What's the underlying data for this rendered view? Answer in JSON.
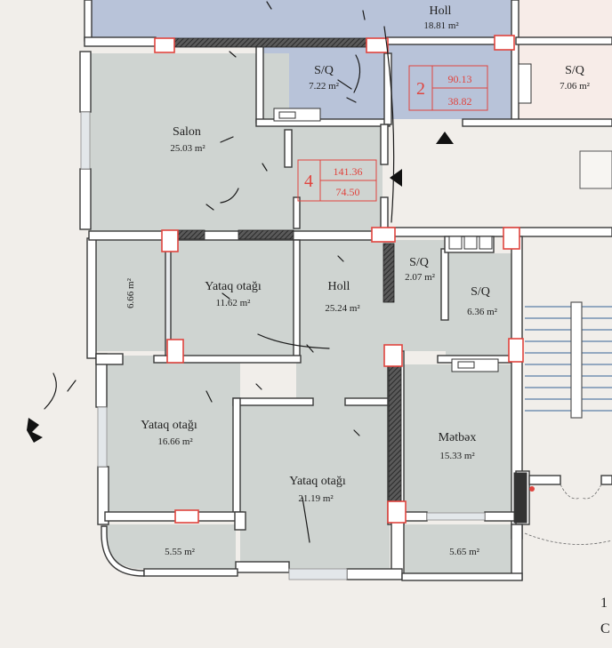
{
  "rooms": {
    "holl_top": {
      "name": "Holl",
      "area": "18.81 m²"
    },
    "sq_top": {
      "name": "S/Q",
      "area": "7.22 m²"
    },
    "sq_top_right": {
      "name": "S/Q",
      "area": "7.06 m²"
    },
    "salon": {
      "name": "Salon",
      "area": "25.03 m²"
    },
    "yataq_1": {
      "name": "Yataq otağı",
      "area": "11.62 m²"
    },
    "holl_mid": {
      "name": "Holl",
      "area": "25.24 m²"
    },
    "sq_small": {
      "name": "S/Q",
      "area": "2.07 m²"
    },
    "sq_mid": {
      "name": "S/Q",
      "area": "6.36 m²"
    },
    "yataq_2": {
      "name": "Yataq otağı",
      "area": "16.66 m²"
    },
    "yataq_3": {
      "name": "Yataq otağı",
      "area": "21.19 m²"
    },
    "metbex": {
      "name": "Mətbəx",
      "area": "15.33 m²"
    },
    "balcony_left": {
      "area": "5.55 m²"
    },
    "balcony_right": {
      "area": "5.65 m²"
    },
    "vertical_label": {
      "area": "6.66 m²"
    }
  },
  "apartments": [
    {
      "number": "2",
      "total": "90.13",
      "living": "38.82"
    },
    {
      "number": "4",
      "total": "141.36",
      "living": "74.50"
    }
  ],
  "side_text": [
    "1",
    "C"
  ],
  "colors": {
    "room_fill": "#cfd4d1",
    "hall_fill": "#b8c3d9",
    "wall": "#ffffff",
    "outline": "#3a3a3a",
    "accent_red": "#e0443e",
    "hatch": "#444444"
  }
}
